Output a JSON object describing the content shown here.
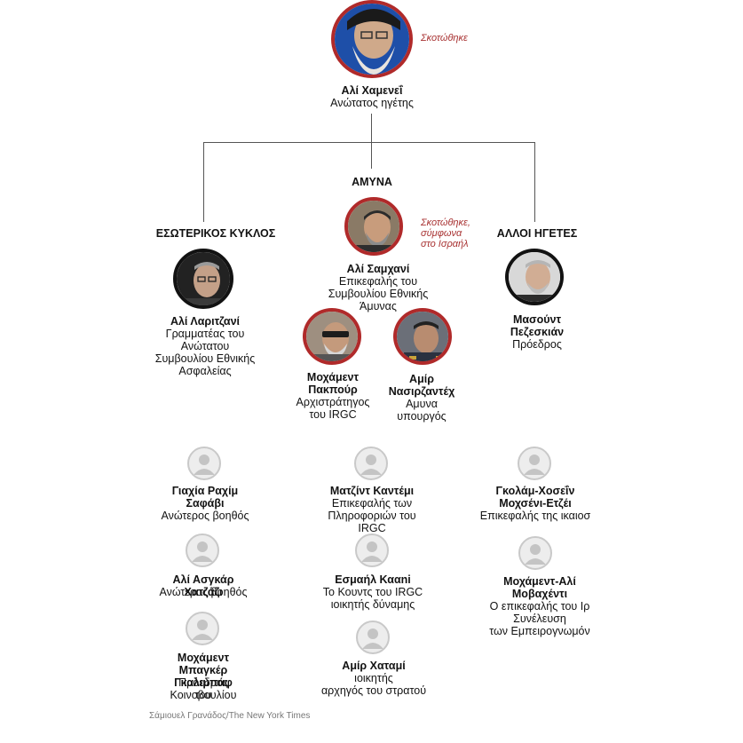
{
  "leader": {
    "name": "Αλί Χαμενεΐ",
    "role": "Ανώτατος ηγέτης",
    "status": "Σκοτώθηκε"
  },
  "sections": {
    "defense": "ΑΜΥΝΑ",
    "inner": "ΕΣΩΤΕΡΙΚΟΣ ΚΥΚΛΟΣ",
    "other": "ΑΛΛΟΙ ΗΓΕΤΕΣ"
  },
  "people": {
    "shamkhani": {
      "name": "Αλί Σαμχανί",
      "role_lines": [
        "Επικεφαλής του",
        "Συμβουλίου Εθνικής",
        "Άμυνας"
      ],
      "status_lines": [
        "Σκοτώθηκε,",
        "σύμφωνα",
        "στο Ισραήλ"
      ]
    },
    "larijani": {
      "name": "Αλί Λαριτζανί",
      "role_lines": [
        "Γραμματέας του",
        "Ανώτατου",
        "Συμβουλίου Εθνικής",
        "Ασφαλείας"
      ]
    },
    "pezeshkian": {
      "name_lines": [
        "Μασούντ",
        "Πεζεσκιάν"
      ],
      "role": "Πρόεδρος"
    },
    "pakpour": {
      "name_lines": [
        "Μοχάμεντ",
        "Πακπούρ"
      ],
      "role_lines": [
        "Αρχιστράτηγος",
        "του IRGC"
      ]
    },
    "nasirzadeh": {
      "name_lines": [
        "Αμίρ",
        "Νασιρζαντέχ"
      ],
      "role_lines": [
        "Αμυνα",
        "υπουργός"
      ]
    },
    "safavi": {
      "name_lines": [
        "Γιαχία Ραχίμ",
        "Σαφάβι"
      ],
      "role": "Ανώτερος βοηθός"
    },
    "kazemi": {
      "name": "Ματζίντ Καντέμι",
      "role_lines": [
        "Επικεφαλής των",
        "Πληροφοριών του",
        "IRGC"
      ]
    },
    "ejei": {
      "name_lines": [
        "Γκολάμ-Χοσεΐν",
        "Μοχσένι-Ετζέι"
      ],
      "role": "Επικεφαλής της ικαιοσ"
    },
    "shamkhani2": {
      "name_lines": [
        "Αλί Ασγκάρ",
        "Χατζάζι"
      ],
      "role": "Ανώτερος βοηθός"
    },
    "qaani": {
      "name": "Εσμαήλ Κααni",
      "role_lines": [
        "Το Κουντς του IRGC",
        "ιοικητής δύναμης"
      ]
    },
    "movahedi": {
      "name_lines": [
        "Μοχάμεντ-Αλί",
        "Μοβαχέντι"
      ],
      "role_lines": [
        "Ο επικεφαλής του Ιρ",
        "Συνέλευση",
        "των Εμπειρογνωμόν"
      ]
    },
    "ghalibaf": {
      "name_lines": [
        "Μοχάμεντ",
        "Μπαγκέρ",
        "Γκαλιμπάφ"
      ],
      "role_lines": [
        "Πρόεδρος του",
        "Κοινοβουλίου"
      ]
    },
    "hatami": {
      "name": "Αμίρ Χαταμί",
      "role_lines": [
        "ιοικητής",
        "αρχηγός του στρατού"
      ]
    }
  },
  "credit": "Σάμιουελ Γρανάδος/The New York Times"
}
